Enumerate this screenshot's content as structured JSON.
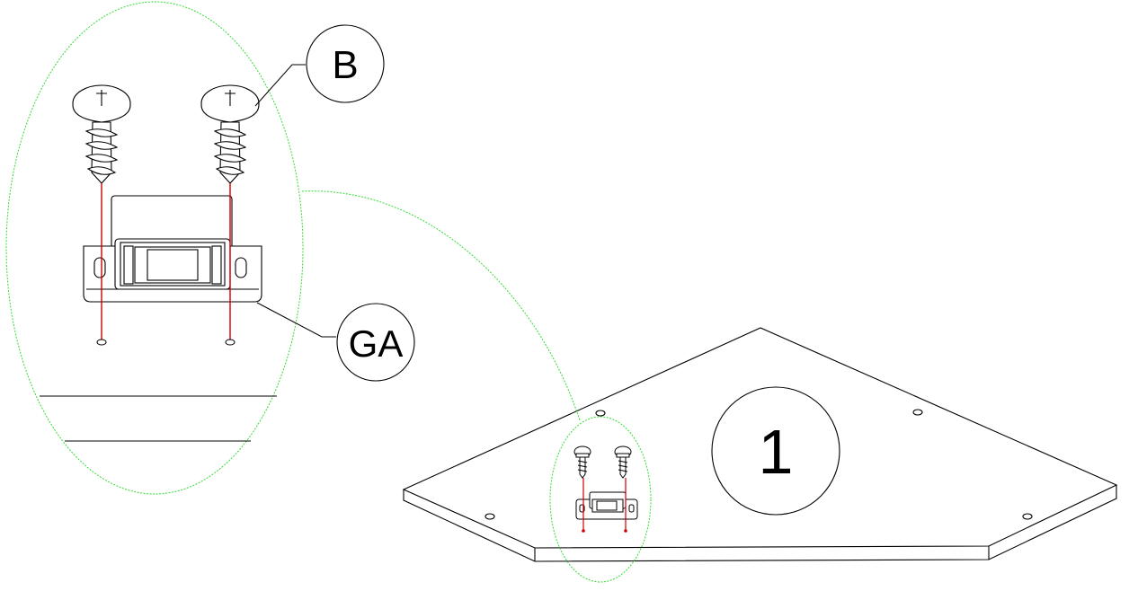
{
  "labels": {
    "screw": "B",
    "catch": "GA",
    "step": "1"
  },
  "colors": {
    "line": "#000000",
    "detail_outline": "#33dd33",
    "screw_axis": "#cc0000",
    "background": "#ffffff"
  }
}
